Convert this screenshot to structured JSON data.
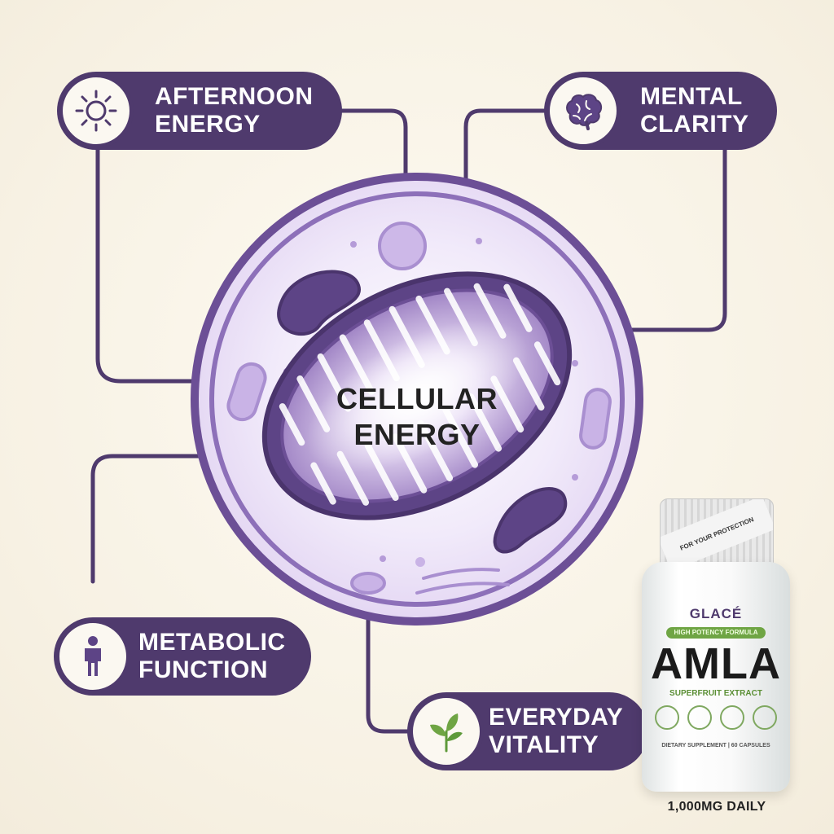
{
  "center_label": {
    "line1": "CELLULAR",
    "line2": "ENERGY"
  },
  "callouts": [
    {
      "id": "afternoon-energy",
      "icon": "sun-icon",
      "line1": "AFTERNOON",
      "line2": "ENERGY"
    },
    {
      "id": "mental-clarity",
      "icon": "brain-icon",
      "line1": "MENTAL",
      "line2": "CLARITY"
    },
    {
      "id": "metabolic-function",
      "icon": "person-icon",
      "line1": "METABOLIC",
      "line2": "FUNCTION"
    },
    {
      "id": "everyday-vitality",
      "icon": "leaf-icon",
      "line1": "EVERYDAY",
      "line2": "VITALITY"
    }
  ],
  "product": {
    "brand": "GLACÉ",
    "tagline": "HIGH POTENCY FORMULA",
    "name": "AMLA",
    "subtitle": "SUPERFRUIT EXTRACT",
    "details": "DIETARY SUPPLEMENT | 60 CAPSULES",
    "cap_text": "FOR YOUR PROTECTION",
    "dose": "1,000MG DAILY"
  },
  "colors": {
    "primary": "#4f3a6d",
    "cell_ring": "#7b5ea7",
    "cell_fill": "#efe7f8",
    "organelle": "#5d4486",
    "accent_green": "#6fa544",
    "background": "#f7f1e3"
  }
}
